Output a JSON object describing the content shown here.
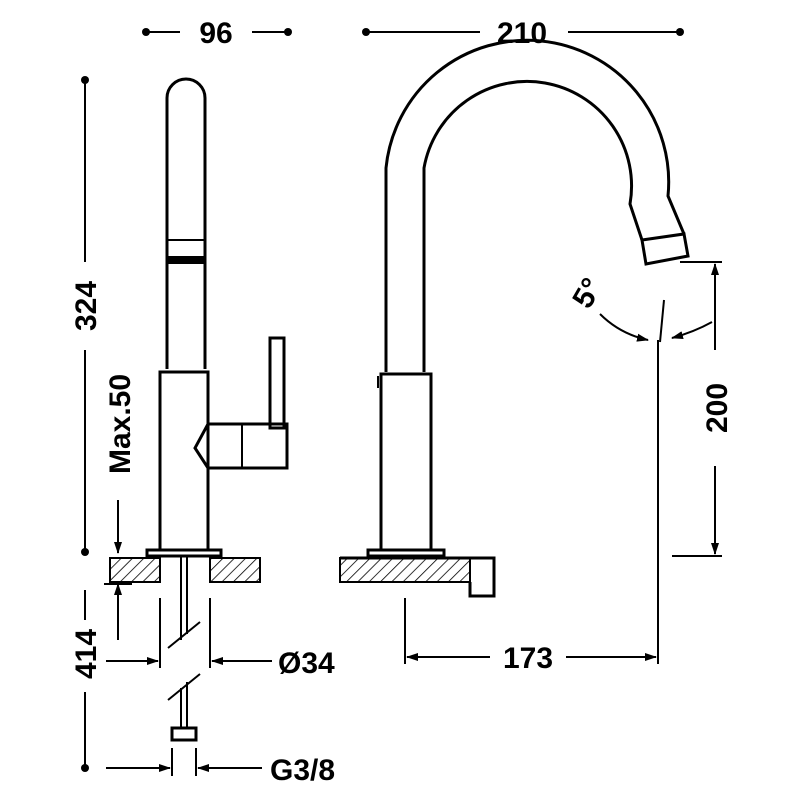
{
  "diagram": {
    "dimensions": {
      "base_width": "96",
      "reach_top": "210",
      "total_height": "324",
      "max_counter_thickness": "Max.50",
      "inlet_length": "414",
      "hole_diameter": "Ø34",
      "thread": "G3/8",
      "outlet_height": "200",
      "outlet_reach": "173",
      "angle": "5°"
    },
    "colors": {
      "line": "#000000",
      "background": "#ffffff"
    }
  }
}
